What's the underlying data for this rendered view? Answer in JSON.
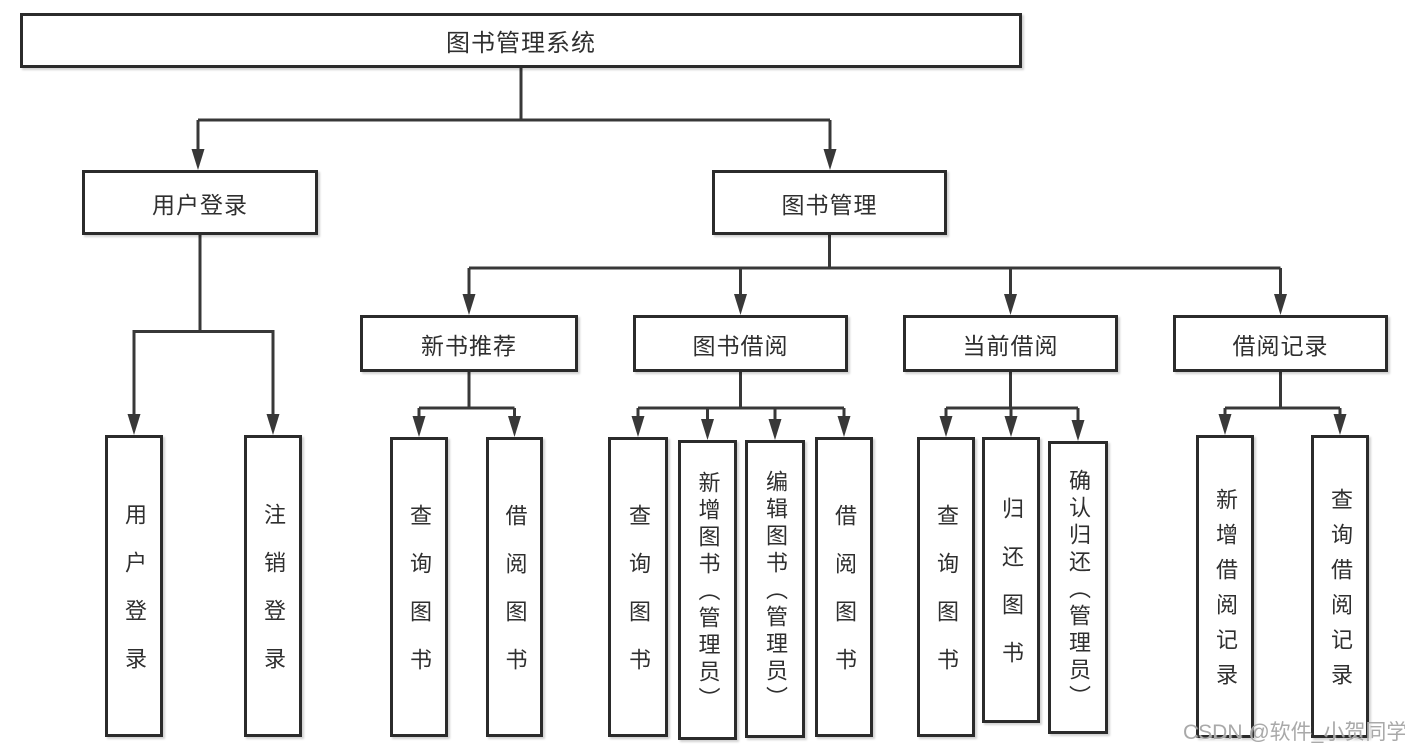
{
  "diagram_title": "图书管理系统",
  "nodes": {
    "root": "图书管理系统",
    "l2": [
      "用户登录",
      "图书管理"
    ],
    "l3": [
      "新书推荐",
      "图书借阅",
      "当前借阅",
      "借阅记录"
    ],
    "l4": [
      "用户登录",
      "注销登录",
      "查询图书",
      "借阅图书",
      "查询图书",
      "新增图书（管理员）",
      "编辑图书（管理员）",
      "借阅图书",
      "查询图书",
      "归还图书",
      "确认归还（管理员）",
      "新增借阅记录",
      "查询借阅记录"
    ]
  },
  "watermark": {
    "text": "CSDN @软件_小贺同学"
  },
  "colors": {
    "line": "#383838",
    "box_border": "#2b2b2b",
    "box_fill": "#ffffff",
    "text": "#2f2f2f",
    "watermark": "#a9a9a9",
    "background": "#ffffff"
  }
}
